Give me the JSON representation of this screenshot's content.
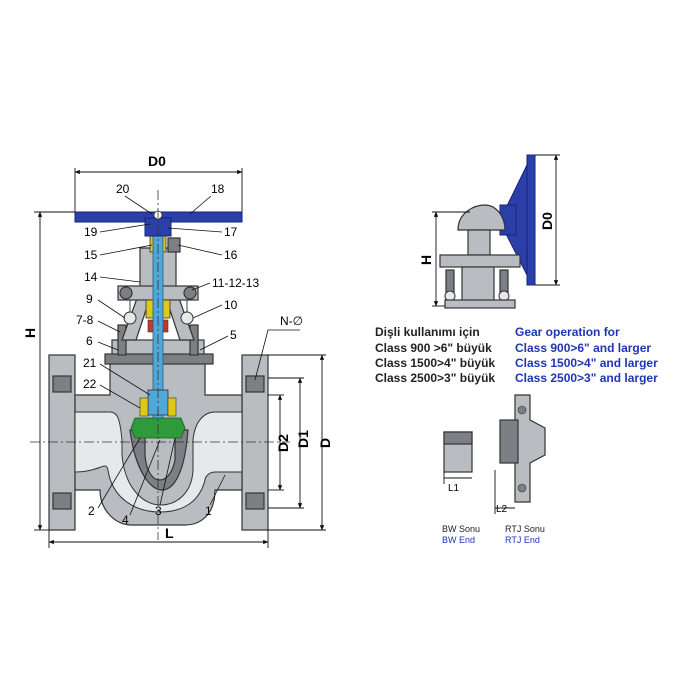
{
  "dimensions": {
    "d0": "D0",
    "h": "H",
    "l": "L",
    "d": "D",
    "d1": "D1",
    "d2": "D2",
    "n_phi": "N-∅",
    "d0_gear": "D0",
    "h_gear": "H",
    "l1": "L1",
    "l2": "L2"
  },
  "parts": {
    "p1": "1",
    "p2": "2",
    "p3": "3",
    "p4": "4",
    "p5": "5",
    "p6": "6",
    "p7_8": "7-8",
    "p9": "9",
    "p10": "10",
    "p11_13": "11-12-13",
    "p14": "14",
    "p15": "15",
    "p16": "16",
    "p17": "17",
    "p18": "18",
    "p19": "19",
    "p20": "20",
    "p21": "21",
    "p22": "22"
  },
  "gear_note": {
    "tr_title": "Dişli kullanımı için",
    "tr_lines": [
      "Class  900 >6\" büyük",
      "Class 1500>4\" büyük",
      "Class 2500>3\" büyük"
    ],
    "en_title": "Gear operation for",
    "en_lines": [
      "Class   900>6\" and larger",
      "Class 1500>4\" and larger",
      "Class 2500>3\" and larger"
    ]
  },
  "ends": {
    "bw_tr": "BW Sonu",
    "bw_en": "BW End",
    "rtj_tr": "RTJ Sonu",
    "rtj_en": "RTJ End"
  },
  "colors": {
    "handwheel": "#2a3fa8",
    "stem": "#4fa8d8",
    "seat": "#2e9a3a",
    "yoke_nut": "#e0c81a",
    "body": "#b9bdc2"
  }
}
